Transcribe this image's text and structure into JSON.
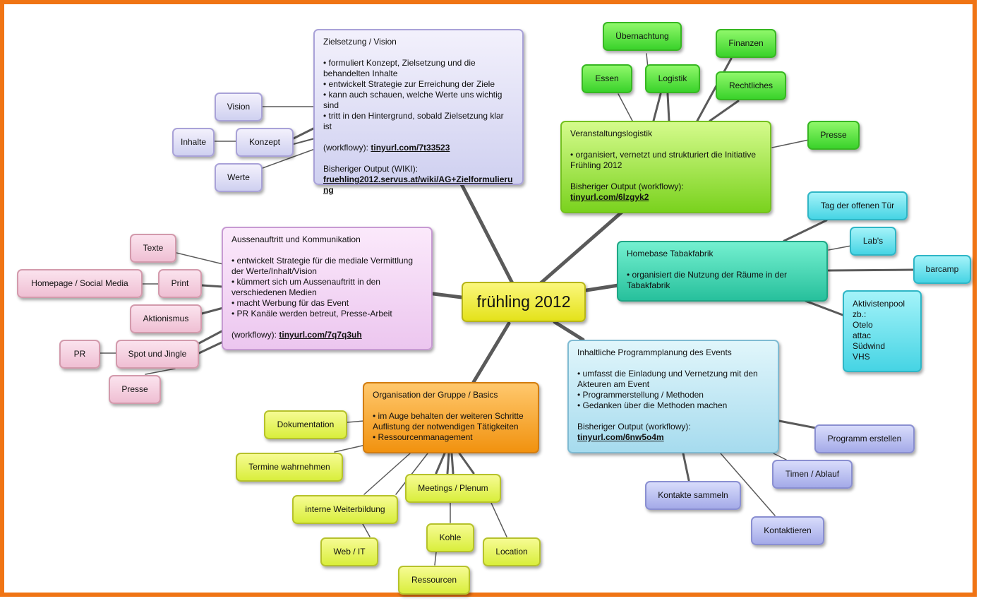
{
  "central": "frühling 2012",
  "zielsetzung": {
    "title": "Zielsetzung / Vision",
    "bullets": [
      "formuliert Konzept, Zielsetzung und die behandelten Inhalte",
      "entwickelt Strategie zur Erreichung der Ziele",
      "kann auch schauen, welche Werte uns wichtig sind",
      "tritt in den Hintergrund, sobald Zielsetzung klar ist"
    ],
    "workflowy_label": "(workflowy):",
    "workflowy_link": "tinyurl.com/7t33523",
    "output_label": "Bisheriger Output (WIKI):",
    "output_link": "fruehling2012.servus.at/wiki/AG+Zielformulierung"
  },
  "ziel_leaves": {
    "vision": "Vision",
    "inhalte": "Inhalte",
    "konzept": "Konzept",
    "werte": "Werte"
  },
  "veranstaltung": {
    "title": "Veranstaltungslogistik",
    "bullets": [
      "organisiert, vernetzt und strukturiert die Initiative Frühling 2012"
    ],
    "output_label": "Bisheriger Output (workflowy):",
    "output_link": "tinyurl.com/6lzgyk2"
  },
  "veranstaltung_leaves": {
    "uebernachtung": "Übernachtung",
    "finanzen": "Finanzen",
    "essen": "Essen",
    "logistik": "Logistik",
    "rechtliches": "Rechtliches",
    "presse": "Presse"
  },
  "aussenauftritt": {
    "title": "Aussenauftritt und Kommunikation",
    "bullets": [
      "entwickelt Strategie für die mediale Vermittlung der Werte/Inhalt/Vision",
      "kümmert sich um Aussenauftritt in den verschiedenen Medien",
      "macht Werbung für das Event",
      "PR Kanäle werden betreut, Presse-Arbeit"
    ],
    "workflowy_label": "(workflowy):",
    "workflowy_link": "tinyurl.com/7q7q3uh"
  },
  "aussen_leaves": {
    "texte": "Texte",
    "homepage": "Homepage / Social Media",
    "print": "Print",
    "aktionismus": "Aktionismus",
    "pr": "PR",
    "spot": "Spot und Jingle",
    "presse": "Presse"
  },
  "homebase": {
    "title": "Homebase Tabakfabrik",
    "bullets": [
      "organisiert die Nutzung der Räume in der Tabakfabrik"
    ]
  },
  "homebase_leaves": {
    "tag": "Tag der offenen Tür",
    "labs": "Lab's",
    "barcamp": "barcamp",
    "aktivisten": [
      "Aktivistenpool",
      "zb.:",
      "Otelo",
      "attac",
      "Südwind",
      "VHS"
    ]
  },
  "inhaltliche": {
    "title": "Inhaltliche Programmplanung des Events",
    "bullets": [
      "umfasst die Einladung und Vernetzung mit den Akteuren am Event",
      "Programmerstellung / Methoden",
      "Gedanken über die Methoden machen"
    ],
    "output_label": "Bisheriger Output (workflowy):",
    "output_link": "tinyurl.com/6nw5o4m"
  },
  "inhalt_leaves": {
    "programm": "Programm erstellen",
    "timen": "Timen / Ablauf",
    "kontakte": "Kontakte sammeln",
    "kontaktieren": "Kontaktieren"
  },
  "organisation": {
    "title": "Organisation der Gruppe / Basics",
    "bullets": [
      "im Auge behalten der weiteren Schritte"
    ],
    "plain": "Auflistung der notwendigen Tätigkeiten",
    "bullets2": [
      "Ressourcenmanagement"
    ]
  },
  "org_leaves": {
    "dokumentation": "Dokumentation",
    "termine": "Termine wahrnehmen",
    "weiterbildung": "interne Weiterbildung",
    "meetings": "Meetings / Plenum",
    "webit": "Web / IT",
    "kohle": "Kohle",
    "location": "Location",
    "ressourcen": "Ressourcen"
  },
  "colors": {
    "frame": "#f07414",
    "connector": "#5a5a5a",
    "central": "#e8e61e",
    "purple": "#c9c9ef",
    "pink": "#eec8f0",
    "green": "#8ad82a",
    "teal": "#2fc8a2",
    "lightblue": "#b6e0f0",
    "orange": "#f29a16",
    "yellow": "#dff04a"
  }
}
